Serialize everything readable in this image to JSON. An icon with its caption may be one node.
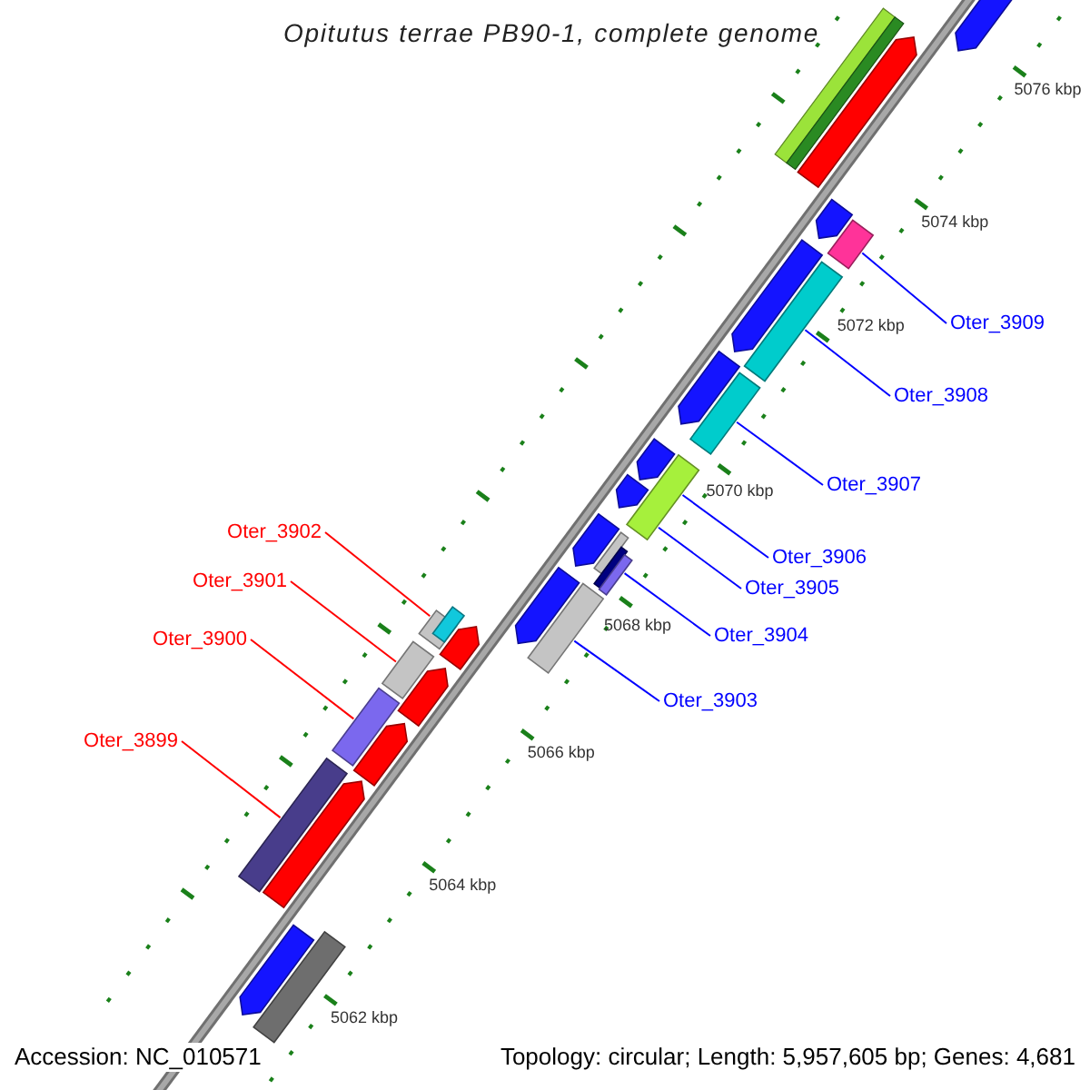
{
  "diagram": {
    "title": "Opitutus terrae PB90-1, complete genome",
    "nodes": [
      {
        "text": [
          "Oter_3909"
        ]
      },
      {
        "text": [
          "Oter_3908"
        ]
      },
      {
        "text": [
          "Oter_3907"
        ]
      },
      {
        "text": [
          "Oter_3906"
        ]
      },
      {
        "text": [
          "Oter_3905"
        ]
      },
      {
        "text": [
          "Oter_3904"
        ]
      },
      {
        "text": [
          "Oter_3903"
        ]
      },
      {
        "text": [
          "Oter_3902"
        ]
      },
      {
        "text": [
          "Oter_3901"
        ]
      },
      {
        "text": [
          "Oter_3900"
        ]
      },
      {
        "text": [
          "Oter_3899"
        ]
      },
      {
        "text": [],
        "shape": "bar"
      },
      {
        "text": [],
        "shape": "bar"
      },
      {
        "text": [],
        "shape": "bar"
      },
      {
        "text": [],
        "shape": "bar"
      },
      {
        "text": [],
        "shape": "bar"
      },
      {
        "text": [],
        "shape": "bar"
      },
      {
        "text": [],
        "shape": "bar"
      },
      {
        "text": [],
        "shape": "bar"
      },
      {
        "text": [],
        "shape": "bar"
      },
      {
        "text": [],
        "shape": "bar"
      }
    ],
    "edges": [
      {
        "from": 0,
        "to": 11,
        "arrow": "none"
      },
      {
        "from": 1,
        "to": 12,
        "arrow": "none"
      },
      {
        "from": 2,
        "to": 13,
        "arrow": "none"
      },
      {
        "from": 3,
        "to": 14,
        "arrow": "none"
      },
      {
        "from": 4,
        "to": 14,
        "arrow": "none"
      },
      {
        "from": 5,
        "to": 15,
        "arrow": "none"
      },
      {
        "from": 6,
        "to": 17,
        "arrow": "none"
      },
      {
        "from": 7,
        "to": 16,
        "arrow": "none",
        "color": "#ff0000"
      },
      {
        "from": 8,
        "to": 18,
        "arrow": "none",
        "color": "#ff0000"
      },
      {
        "from": 9,
        "to": 19,
        "arrow": "none",
        "color": "#ff0000"
      },
      {
        "from": 10,
        "to": 20,
        "arrow": "none",
        "color": "#ff0000"
      }
    ],
    "labels": [
      "5076 kbp",
      "5074 kbp",
      "5072 kbp",
      "5070 kbp",
      "5068 kbp",
      "5066 kbp",
      "5064 kbp",
      "5062 kbp",
      "Accession: NC_010571",
      "Topology: circular; Length: 5,957,605 bp; Genes: 4,681"
    ]
  }
}
